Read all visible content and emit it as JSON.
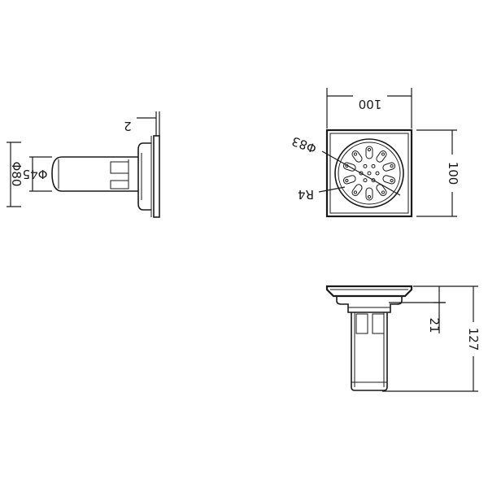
{
  "drawing": {
    "side_view": {
      "dims": {
        "outer_dia": "Φ80",
        "inner_dia": "Φ45",
        "flange_thk": "2"
      }
    },
    "top_view": {
      "dims": {
        "width": "100",
        "height": "100",
        "grate_dia": "Φ83",
        "hole_radius": "R4"
      }
    },
    "front_view": {
      "dims": {
        "neck_height": "21",
        "total_height": "127"
      }
    }
  }
}
